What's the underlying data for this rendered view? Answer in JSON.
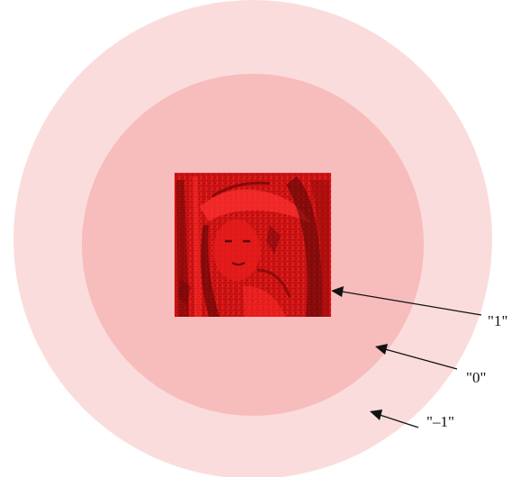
{
  "colors": {
    "outer_ring": "#fbdcdc",
    "middle_ring": "#f7bcbc",
    "image_base": "#d41414",
    "image_dark": "#5a0606",
    "image_bright": "#ff3030",
    "arrow": "#111111"
  },
  "labels": {
    "inner": "\"1\"",
    "middle": "\"0\"",
    "outer": "\"–1\""
  },
  "image_icon": "red-tinted-portrait-image"
}
